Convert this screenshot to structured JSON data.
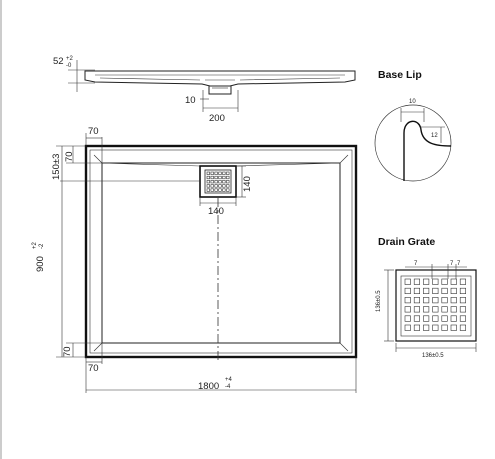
{
  "side_profile": {
    "height_label": "52",
    "height_tol_plus": "+2",
    "height_tol_minus": "-0",
    "drain_offset_label": "10",
    "drain_width_label": "200"
  },
  "plan": {
    "dim_70_top_left": "70",
    "dim_150_label": "150±3",
    "dim_70_side_top": "70",
    "drain_side_label": "140",
    "drain_bottom_label": "140",
    "height_label": "900",
    "height_tol_plus": "+2",
    "height_tol_minus": "-2",
    "dim_70_side_bottom": "70",
    "dim_70_bottom_left": "70",
    "width_label": "1800",
    "width_tol_plus": "+4",
    "width_tol_minus": "-4"
  },
  "base_lip": {
    "title": "Base Lip",
    "top_label": "10",
    "side_label": "12"
  },
  "drain_grate": {
    "title": "Drain Grate",
    "top_label_a": "7",
    "top_label_b": "7",
    "top_label_c": "7",
    "side_label": "136±0.5",
    "bottom_label": "136±0.5"
  },
  "colors": {
    "line": "#222222",
    "background": "#ffffff"
  }
}
